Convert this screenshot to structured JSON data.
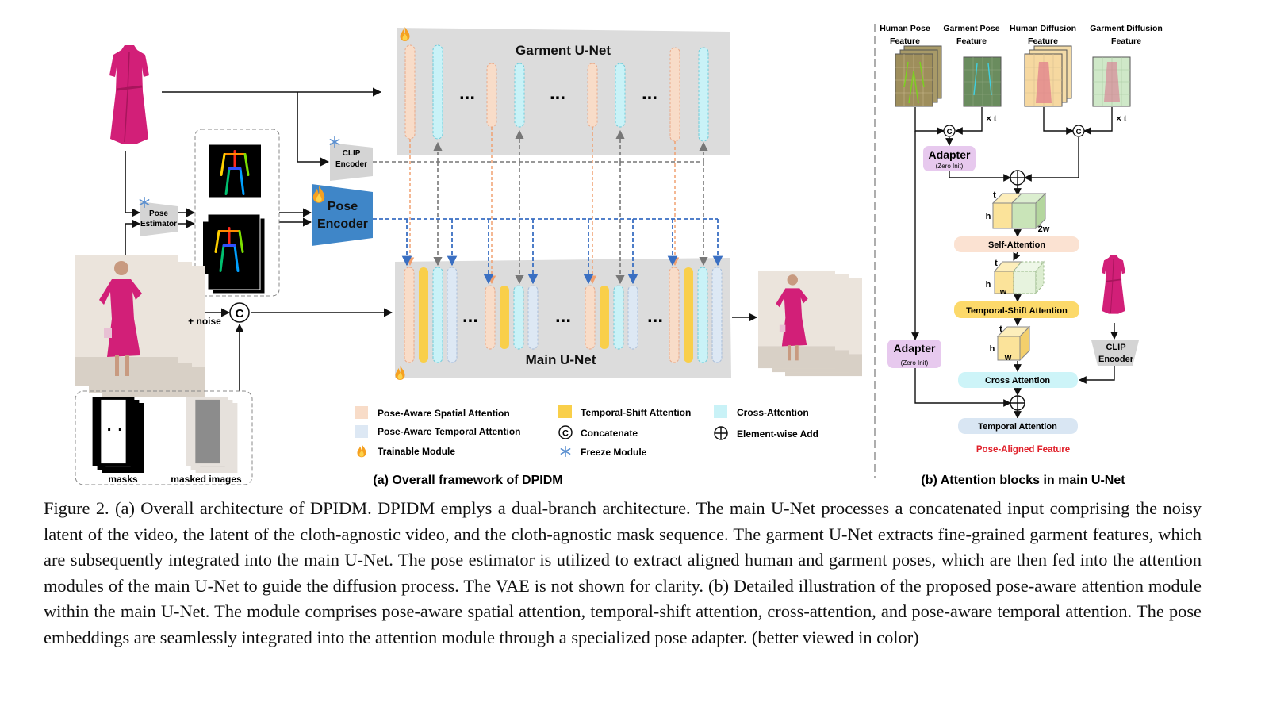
{
  "garment_unet": {
    "label": "Garment U-Net"
  },
  "main_unet": {
    "label": "Main U-Net"
  },
  "clip_encoder": {
    "line1": "CLIP",
    "line2": "Encoder"
  },
  "pose_estimator": {
    "line1": "Pose",
    "line2": "Estimator"
  },
  "pose_encoder": {
    "line1": "Pose",
    "line2": "Encoder"
  },
  "noise_label": "+ noise",
  "concat_symbol": "C",
  "dots": "...",
  "inputs": {
    "masks": "masks",
    "masked_images": "masked images"
  },
  "legend": {
    "spatial": "Pose-Aware Spatial Attention",
    "temporal": "Pose-Aware Temporal Attention",
    "trainable": "Trainable Module",
    "temporal_shift": "Temporal-Shift Attention",
    "concatenate": "Concatenate",
    "freeze": "Freeze Module",
    "cross": "Cross-Attention",
    "add": "Element-wise Add"
  },
  "panel_a_title": "(a) Overall framework of DPIDM",
  "panel_b_title": "(b) Attention blocks in main U-Net",
  "panel_b": {
    "feat1": [
      "Human Pose",
      "Feature"
    ],
    "feat2": [
      "Garment Pose",
      "Feature"
    ],
    "feat3": [
      "Human Diffusion",
      "Feature"
    ],
    "feat4": [
      "Garment Diffusion",
      "Feature"
    ],
    "times_t": "× t",
    "adapter": "Adapter",
    "zero_init": "(Zero Init)",
    "t": "t",
    "h": "h",
    "w": "w",
    "two_w": "2w",
    "self_attn": "Self-Attention",
    "temporal_shift": "Temporal-Shift Attention",
    "cross_attn": "Cross Attention",
    "temporal_attn": "Temporal Attention",
    "output": "Pose-Aligned Feature",
    "clip_line1": "CLIP",
    "clip_line2": "Encoder"
  },
  "caption": "Figure 2. (a) Overall architecture of DPIDM. DPIDM emplys a dual-branch architecture. The main U-Net processes a concatenated input comprising the noisy latent of the video, the latent of the cloth-agnostic video, and the cloth-agnostic mask sequence. The garment U-Net extracts fine-grained garment features, which are subsequently integrated into the main U-Net. The pose estimator is utilized to extract aligned human and garment poses, which are then fed into the attention modules of the main U-Net to guide the diffusion process. The VAE is not shown for clarity. (b) Detailed illustration of the proposed pose-aware attention module within the main U-Net. The module comprises pose-aware spatial attention, temporal-shift attention, cross-attention, and pose-aware temporal attention. The pose embeddings are seamlessly integrated into the attention module through a specialized pose adapter. (better viewed in color)",
  "colors": {
    "spatial": "#f8dcc8",
    "temporal": "#dde8f4",
    "temporal_shift": "#f9cf4a",
    "cross": "#c9f2f7",
    "unet_bg": "#dcdcdc",
    "pose_encoder": "#3f86c8",
    "garment": "#d21f78",
    "adapter": "#e7c9ee",
    "self_attn_bar": "#fbe2d2",
    "ts_bar": "#fcd96a",
    "cross_bar": "#cdf4f8",
    "temporal_bar": "#d9e6f3",
    "output_text": "#e0202a"
  }
}
